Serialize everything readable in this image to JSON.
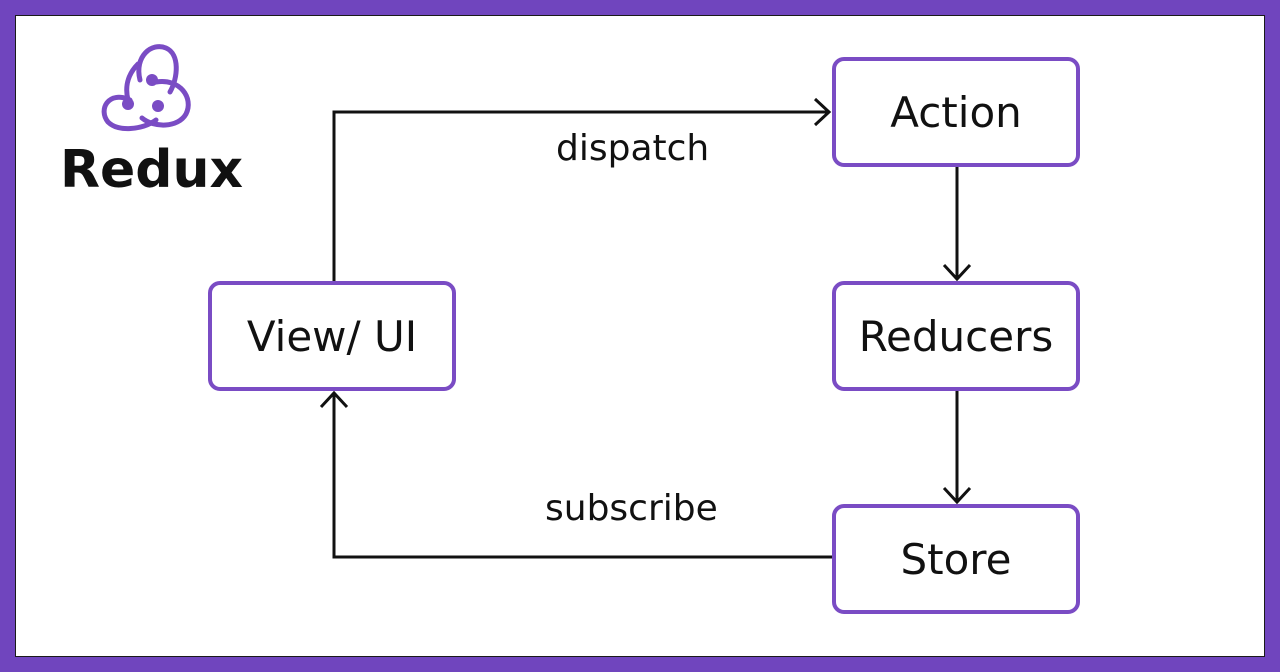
{
  "brand": {
    "name": "Redux",
    "logo_icon": "redux-logo-icon",
    "accent_color": "#7045be"
  },
  "nodes": {
    "action": "Action",
    "reducers": "Reducers",
    "store": "Store",
    "view": "View/ UI"
  },
  "edges": {
    "dispatch": "dispatch",
    "subscribe": "subscribe"
  }
}
